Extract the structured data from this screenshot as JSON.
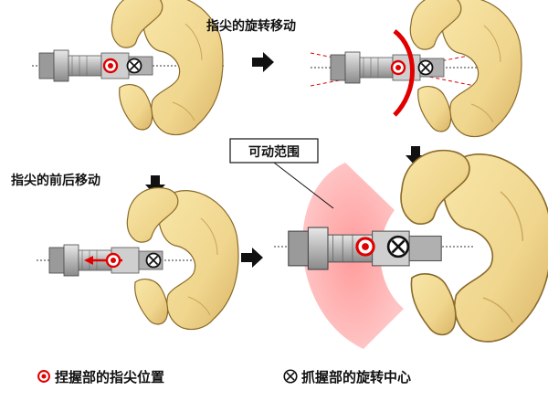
{
  "labels": {
    "rotation": "指尖的旋转移动",
    "translation": "指尖的前后移动",
    "range": "可动范围",
    "legend_fingertip": "捏握部的指尖位置",
    "legend_center": "抓握部的旋转中心"
  },
  "colors": {
    "hand_fill": "#f0d68e",
    "hand_stroke": "#8a6a2a",
    "marker_red": "#e00000",
    "range_fill": "#ff9a9a",
    "arrow_black": "#111111"
  },
  "icons": {
    "arrow": "black-block-arrow",
    "fingertip_marker": "red-ring-dot",
    "rotation_center": "circled-x"
  }
}
